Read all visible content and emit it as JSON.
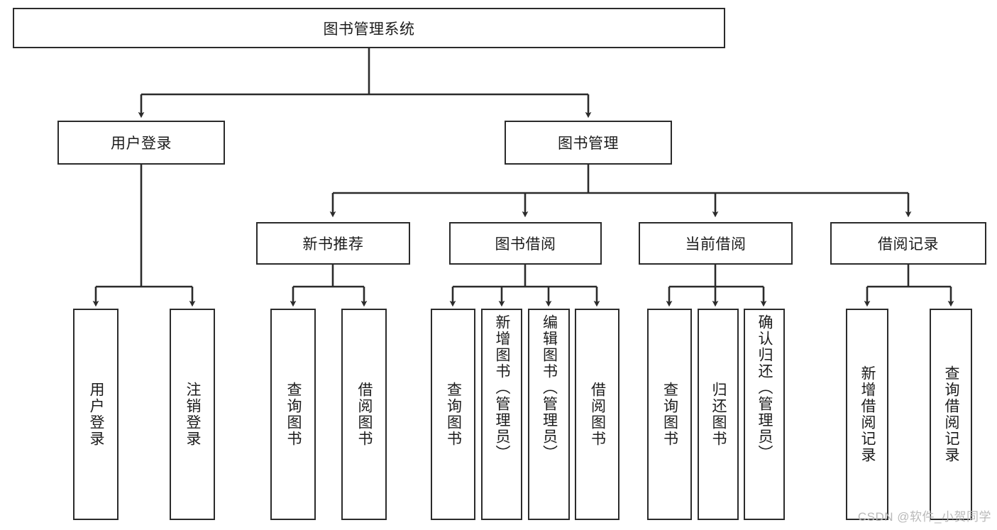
{
  "diagram": {
    "title": "图书管理系统",
    "type": "tree-hierarchy",
    "root": {
      "label": "图书管理系统"
    },
    "level2": [
      {
        "label": "用户登录"
      },
      {
        "label": "图书管理"
      }
    ],
    "level3": [
      {
        "label": "新书推荐"
      },
      {
        "label": "图书借阅"
      },
      {
        "label": "当前借阅"
      },
      {
        "label": "借阅记录"
      }
    ],
    "leaves": {
      "user_login": [
        {
          "label": "用户登录"
        },
        {
          "label": "注销登录"
        }
      ],
      "new_book_recommend": [
        {
          "label": "查询图书"
        },
        {
          "label": "借阅图书"
        }
      ],
      "book_borrow": [
        {
          "label": "查询图书"
        },
        {
          "label": "新增图书（管理员）"
        },
        {
          "label": "编辑图书（管理员）"
        },
        {
          "label": "借阅图书"
        }
      ],
      "current_borrow": [
        {
          "label": "查询图书"
        },
        {
          "label": "归还图书"
        },
        {
          "label": "确认归还（管理员）"
        }
      ],
      "borrow_records": [
        {
          "label": "新增借阅记录"
        },
        {
          "label": "查询借阅记录"
        }
      ]
    }
  },
  "watermark": {
    "text": "CSDN @软件_小贺同学"
  },
  "colors": {
    "stroke": "#2b2b2b",
    "fill": "#ffffff",
    "text": "#1c1c1c",
    "watermark": "#b9b9b9"
  }
}
